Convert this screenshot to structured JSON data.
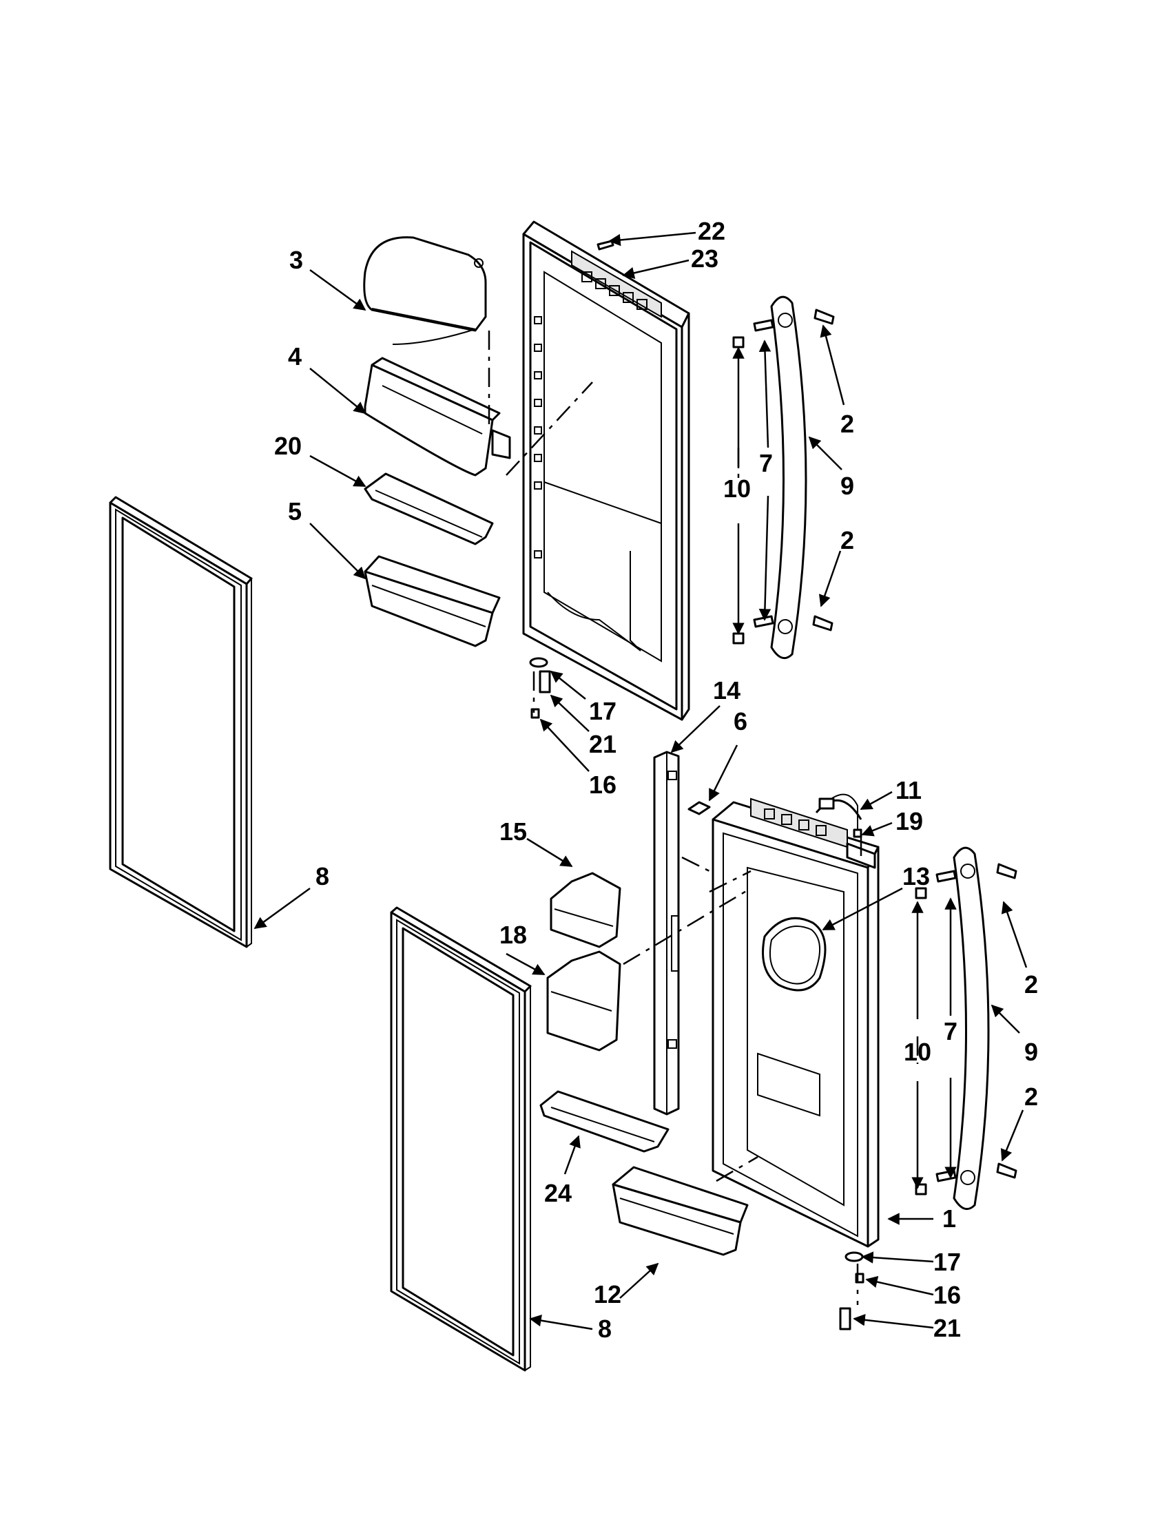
{
  "callouts": [
    {
      "id": "c22a",
      "text": "22"
    },
    {
      "id": "c23a",
      "text": "23"
    },
    {
      "id": "c3",
      "text": "3"
    },
    {
      "id": "c4",
      "text": "4"
    },
    {
      "id": "c20",
      "text": "20"
    },
    {
      "id": "c5",
      "text": "5"
    },
    {
      "id": "c2a",
      "text": "2"
    },
    {
      "id": "c9a",
      "text": "9"
    },
    {
      "id": "c7a",
      "text": "7"
    },
    {
      "id": "c10a",
      "text": "10"
    },
    {
      "id": "c2b",
      "text": "2"
    },
    {
      "id": "c17a",
      "text": "17"
    },
    {
      "id": "c21a",
      "text": "21"
    },
    {
      "id": "c16a",
      "text": "16"
    },
    {
      "id": "c14",
      "text": "14"
    },
    {
      "id": "c6",
      "text": "6"
    },
    {
      "id": "c11",
      "text": "11"
    },
    {
      "id": "c19",
      "text": "19"
    },
    {
      "id": "c8a",
      "text": "8"
    },
    {
      "id": "c15",
      "text": "15"
    },
    {
      "id": "c13",
      "text": "13"
    },
    {
      "id": "c18",
      "text": "18"
    },
    {
      "id": "c2c",
      "text": "2"
    },
    {
      "id": "c7b",
      "text": "7"
    },
    {
      "id": "c10b",
      "text": "10"
    },
    {
      "id": "c9b",
      "text": "9"
    },
    {
      "id": "c2d",
      "text": "2"
    },
    {
      "id": "c24",
      "text": "24"
    },
    {
      "id": "c1",
      "text": "1"
    },
    {
      "id": "c17b",
      "text": "17"
    },
    {
      "id": "c12",
      "text": "12"
    },
    {
      "id": "c16b",
      "text": "16"
    },
    {
      "id": "c21b",
      "text": "21"
    },
    {
      "id": "c8b",
      "text": "8"
    }
  ]
}
